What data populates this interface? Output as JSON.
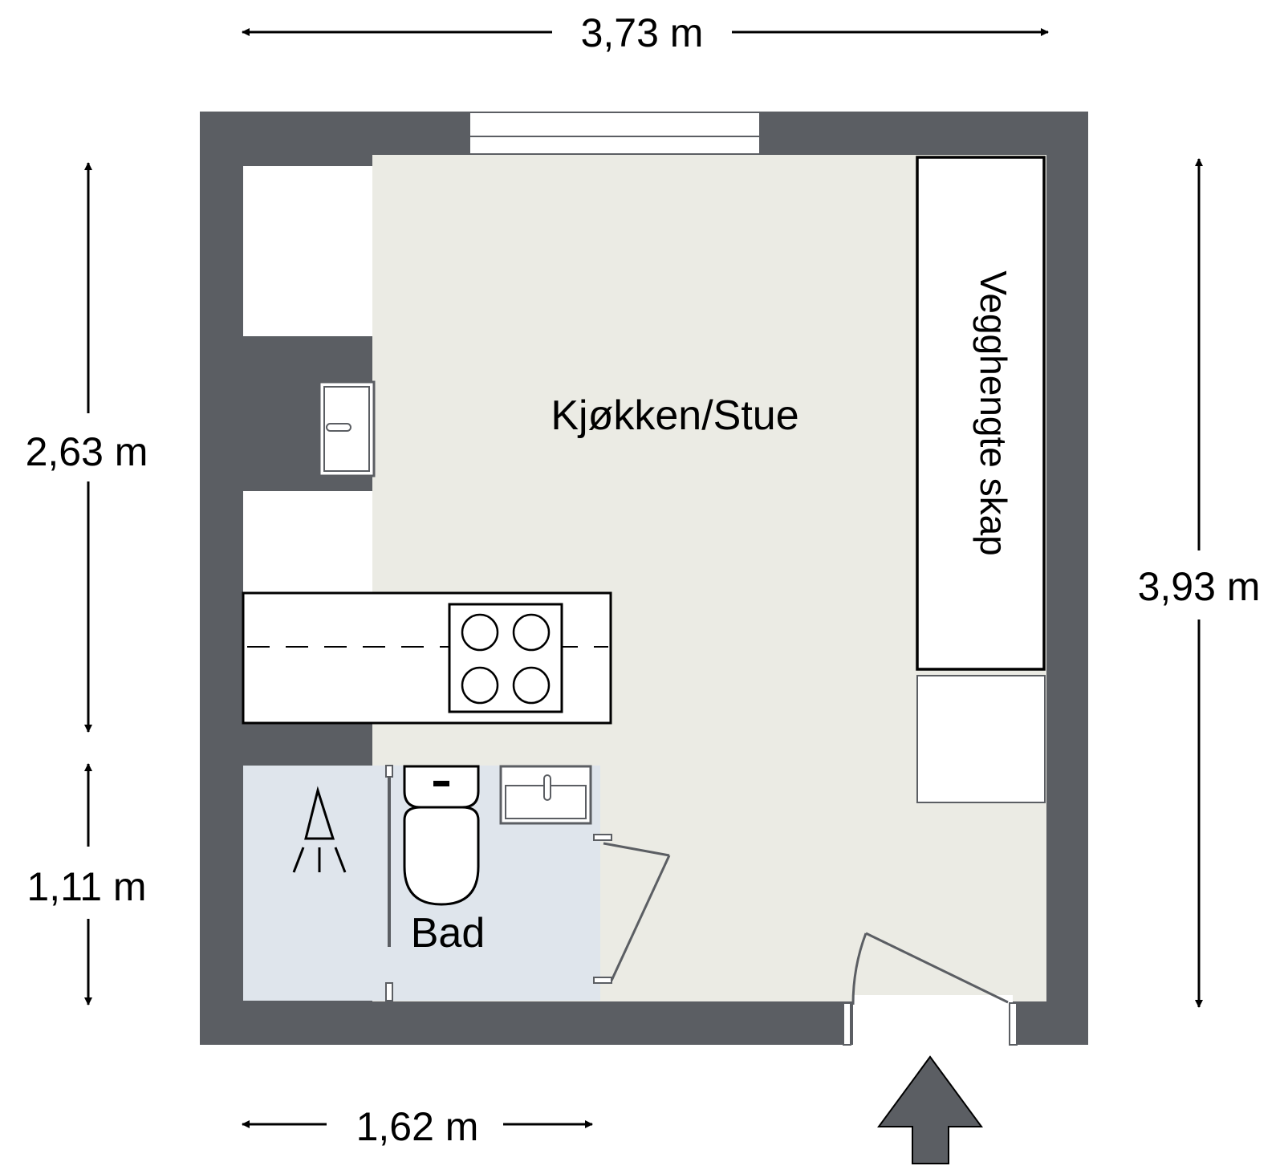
{
  "dimensions": {
    "top_width": "3,73 m",
    "left_upper_height": "2,63 m",
    "left_lower_height": "1,11 m",
    "right_height": "3,93 m",
    "bottom_width": "1,62 m"
  },
  "rooms": {
    "living": "Kjøkken/Stue",
    "bath": "Bad",
    "wardrobe": "Vegghengte skap"
  },
  "colors": {
    "wall": "#5b5e63",
    "living_floor": "#ebebe4",
    "bath_floor": "#dfe5ec",
    "line": "#000000"
  }
}
